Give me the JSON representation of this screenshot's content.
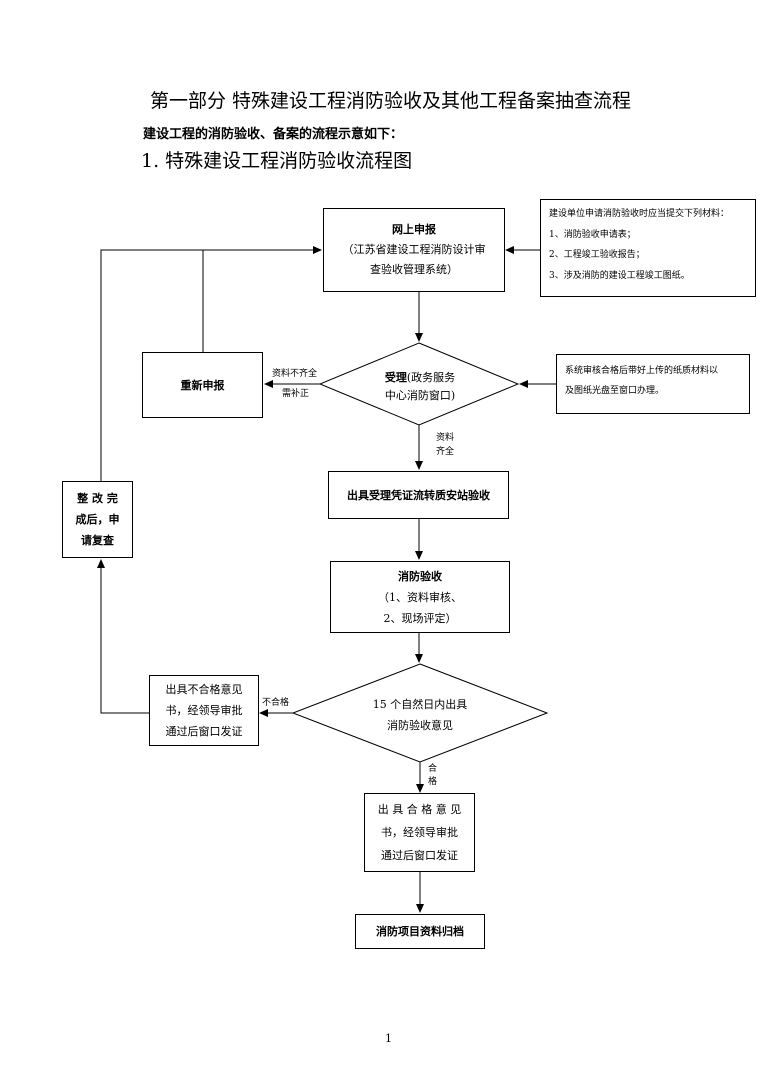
{
  "header": {
    "title": "第一部分  特殊建设工程消防验收及其他工程备案抽查流程",
    "subtitle": "建设工程的消防验收、备案的流程示意如下：",
    "section": "1. 特殊建设工程消防验收流程图"
  },
  "nodes": {
    "online": {
      "title": "网上申报",
      "line1": "（江苏省建设工程消防设计审",
      "line2": "查验收管理系统）"
    },
    "materials": {
      "intro": "建设单位申请消防验收时应当提交下列材料：",
      "items": [
        "1、消防验收申请表；",
        "2、工程竣工验收报告；",
        "3、涉及消防的建设工程竣工图纸。"
      ]
    },
    "resubmit": {
      "label": "重新申报"
    },
    "accept": {
      "title": "受理",
      "line1": "(政务服务",
      "line2": "中心消防窗口)"
    },
    "system_note": {
      "line1": "系统审核合格后带好上传的纸质材料以",
      "line2": "及图纸光盘至窗口办理。"
    },
    "certificate": {
      "label": "出具受理凭证流转质安站验收"
    },
    "inspection": {
      "title": "消防验收",
      "line1": "（1、资料审核、",
      "line2": "2、现场评定）"
    },
    "decision": {
      "line1": "15 个自然日内出具",
      "line2": "消防验收意见"
    },
    "fail": {
      "line1": "出具不合格意见",
      "line2": "书，经领导审批",
      "line3": "通过后窗口发证"
    },
    "rectify": {
      "line1": "整 改 完",
      "line2": "成后，申",
      "line3": "请复查"
    },
    "pass": {
      "line1": "出 具 合 格 意 见",
      "line2": "书，经领导审批",
      "line3": "通过后窗口发证"
    },
    "archive": {
      "label": "消防项目资料归档"
    }
  },
  "edges": {
    "incomplete_line1": "资料不齐全",
    "incomplete_line2": "需补正",
    "complete_line1": "资料",
    "complete_line2": "齐全",
    "unqualified": "不合格",
    "qualified_line1": "合",
    "qualified_line2": "格"
  },
  "footer": {
    "page": "1"
  }
}
